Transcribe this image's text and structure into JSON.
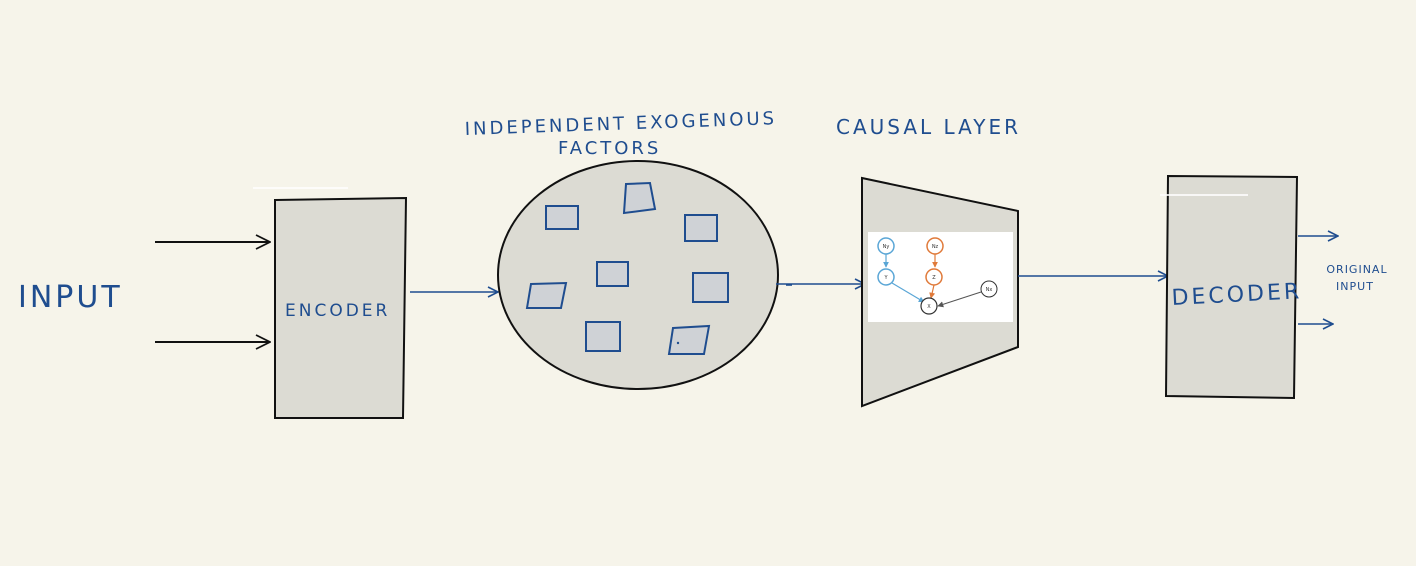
{
  "labels": {
    "input": "INPUT",
    "encoder": "ENCODER",
    "factors_line1": "INDEPENDENT EXOGENOUS",
    "factors_line2": "FACTORS",
    "causal_layer": "CAUSAL LAYER",
    "decoder": "DECODER",
    "output_line1": "ORIGINAL",
    "output_line2": "INPUT"
  },
  "causal_graph": {
    "nodes": {
      "ny": "Ny",
      "nz": "Nz",
      "y": "Y",
      "z": "Z",
      "x": "X",
      "nx": "Nx"
    }
  },
  "colors": {
    "ink": "#1f4d8f",
    "box_fill": "#dcdbd3",
    "background": "#f6f4ea",
    "graph_blue": "#5aa6d6",
    "graph_orange": "#e07a3a"
  }
}
